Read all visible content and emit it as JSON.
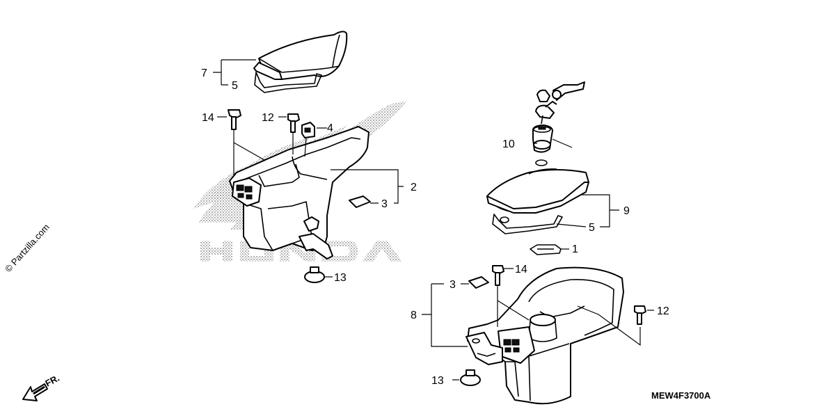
{
  "watermark": "© Partzilla.com",
  "diagram_code": "MEW4F3700A",
  "direction_label": "FR.",
  "brand_lettering": "HONDA",
  "callouts": {
    "c7": "7",
    "c5_top": "5",
    "c14_left": "14",
    "c12_left": "12",
    "c4": "4",
    "c2": "2",
    "c3_left": "3",
    "c13_left": "13",
    "c10": "10",
    "c9": "9",
    "c5_right": "5",
    "c1": "1",
    "c14_right": "14",
    "c3_right": "3",
    "c8": "8",
    "c12_right": "12",
    "c13_right": "13"
  },
  "colors": {
    "line": "#000000",
    "halftone": "#b0b0b0",
    "background": "#ffffff"
  },
  "icons": [
    "fr-direction-arrow-icon",
    "bolt-icon",
    "key-icon",
    "clip-icon",
    "grommet-icon"
  ]
}
